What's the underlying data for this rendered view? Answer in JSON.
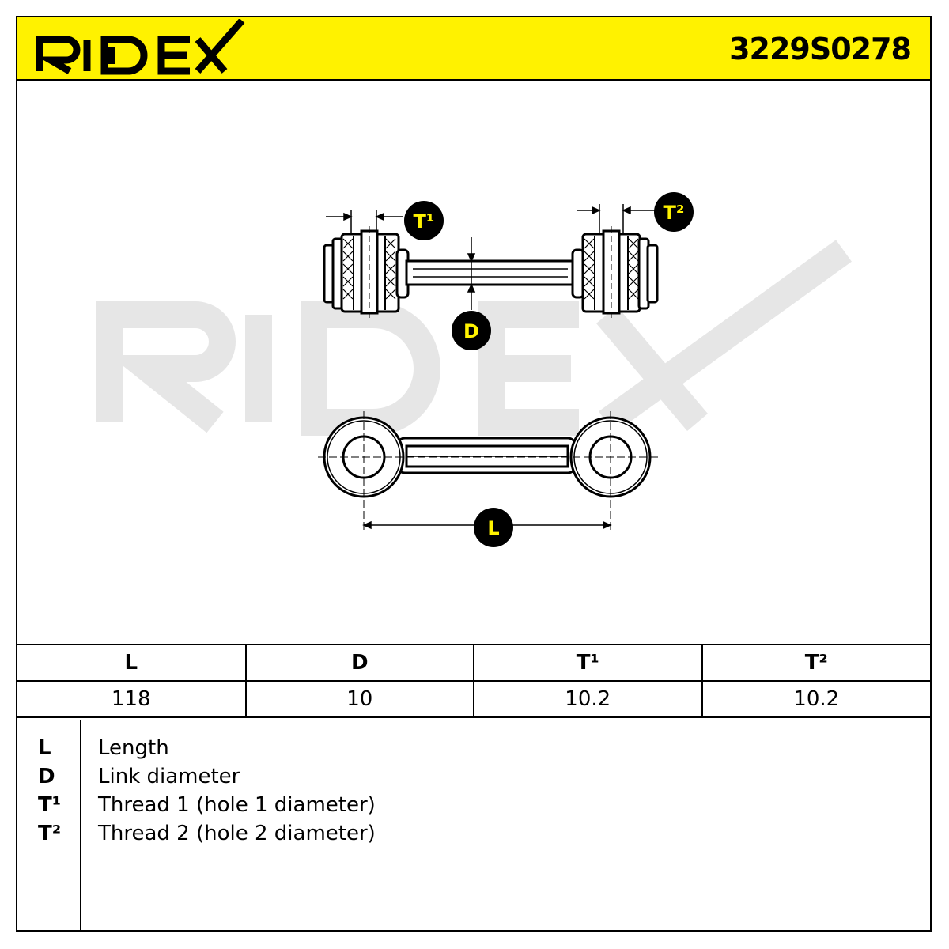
{
  "brand": "RIDEX",
  "part_number": "3229S0278",
  "watermark": "RIDEX",
  "callouts": {
    "t1": "T¹",
    "t2": "T²",
    "d": "D",
    "l": "L"
  },
  "table": {
    "headers": [
      "L",
      "D",
      "T¹",
      "T²"
    ],
    "values": [
      "118",
      "10",
      "10.2",
      "10.2"
    ]
  },
  "legend": [
    {
      "symbol": "L",
      "description": "Length"
    },
    {
      "symbol": "D",
      "description": "Link diameter"
    },
    {
      "symbol": "T¹",
      "description": "Thread 1 (hole 1 diameter)"
    },
    {
      "symbol": "T²",
      "description": "Thread 2 (hole 2 diameter)"
    }
  ],
  "colors": {
    "header_yellow": "#fff200",
    "watermark_gray": "#e6e6e6",
    "callout_fill": "#000000",
    "callout_text": "#fff200"
  }
}
